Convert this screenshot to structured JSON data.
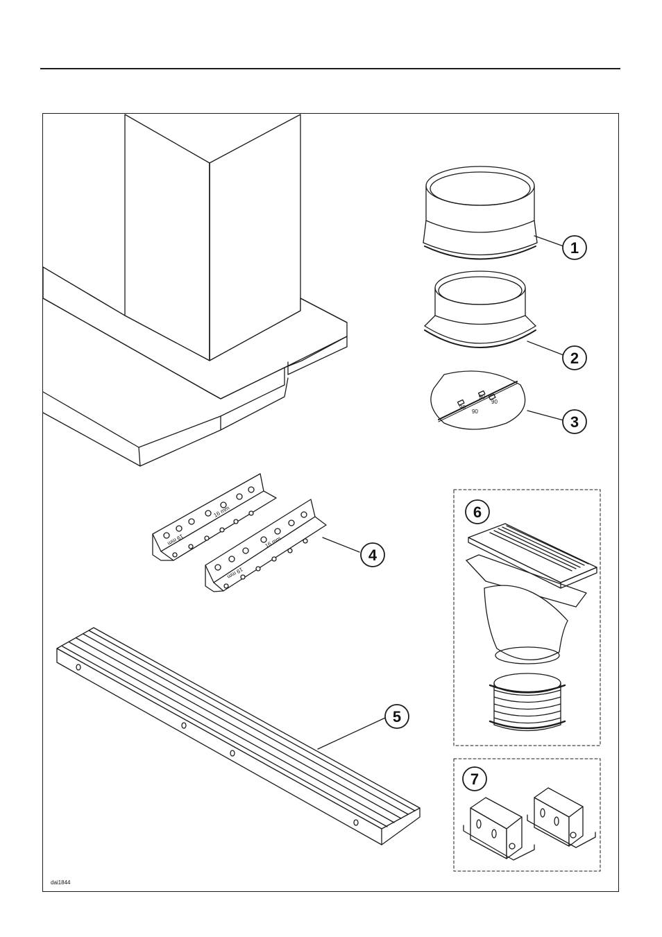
{
  "figure": {
    "code": "dai1844",
    "callouts": [
      "1",
      "2",
      "3",
      "4",
      "5",
      "6",
      "7"
    ],
    "bracket_marks": [
      "16 mm",
      "19 mm"
    ],
    "disc_marks": [
      "90",
      "90",
      "90",
      "90"
    ]
  }
}
